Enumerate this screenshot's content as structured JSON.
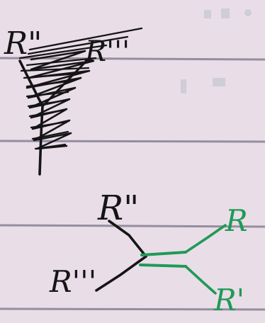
{
  "diagram": {
    "top": {
      "label_left": "R\"",
      "label_right": "R'''"
    },
    "bottom": {
      "label_top": "R\"",
      "label_bottom_left": "R'''",
      "label_right_top": "R",
      "label_right_bottom": "R'"
    }
  },
  "colors": {
    "paper": "#e9dde8",
    "rule_line": "#7a7488",
    "ink": "#151515",
    "green_ink": "#1f9a55"
  }
}
